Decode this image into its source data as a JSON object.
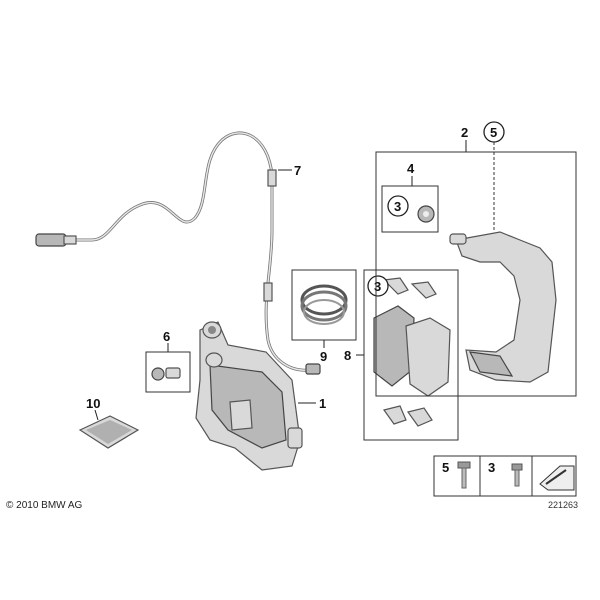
{
  "callouts": {
    "c1": "1",
    "c2": "2",
    "c3a": "3",
    "c3b": "3",
    "c4": "4",
    "c5": "5",
    "c6": "6",
    "c7": "7",
    "c8": "8",
    "c9": "9",
    "c10": "10"
  },
  "legend": {
    "item_a": "5",
    "item_b": "3"
  },
  "footer": {
    "copyright": "© 2010 BMW AG",
    "diagram_id": "221263"
  }
}
